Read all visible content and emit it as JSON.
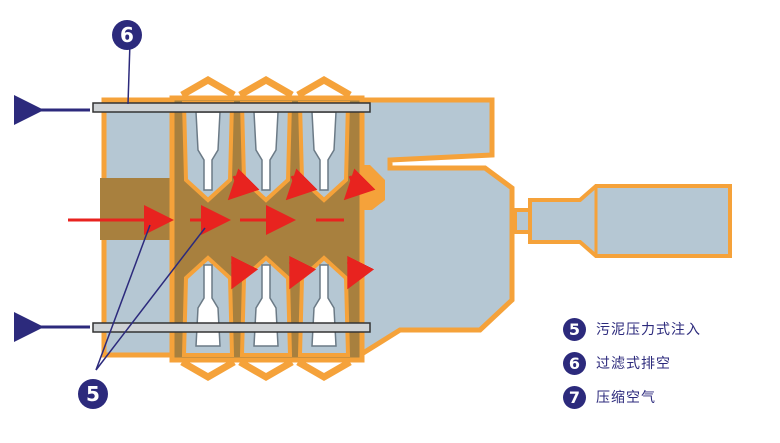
{
  "callouts": {
    "top": "6",
    "bottom": "5"
  },
  "legend": [
    {
      "number": "5",
      "text": "污泥压力式注入"
    },
    {
      "number": "6",
      "text": "过滤式排空"
    },
    {
      "number": "7",
      "text": "压缩空气"
    }
  ],
  "colors": {
    "frame_orange": "#f5a23a",
    "housing_blue": "#b5c7d3",
    "sludge_brown": "#a8803e",
    "flow_red": "#e8231f",
    "arrow_navy": "#2c2a7c",
    "pipe_gray": "#cfd3d6"
  }
}
